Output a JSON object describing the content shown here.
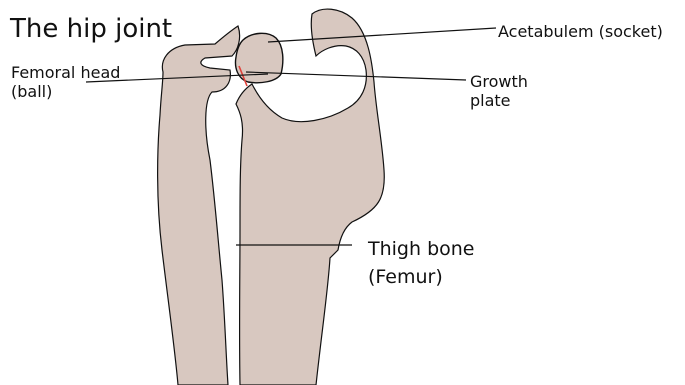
{
  "title": "The hip joint",
  "labels": {
    "acetabulum": "Acetabulem (socket)",
    "femoral_head": "Femoral head (ball)",
    "growth_plate": "Growth plate",
    "thigh_bone": "Thigh bone (Femur)"
  },
  "colors": {
    "bone_fill": "#d8c8c0",
    "outline": "#111111",
    "growth_line": "#e0413a",
    "background": "#ffffff"
  }
}
